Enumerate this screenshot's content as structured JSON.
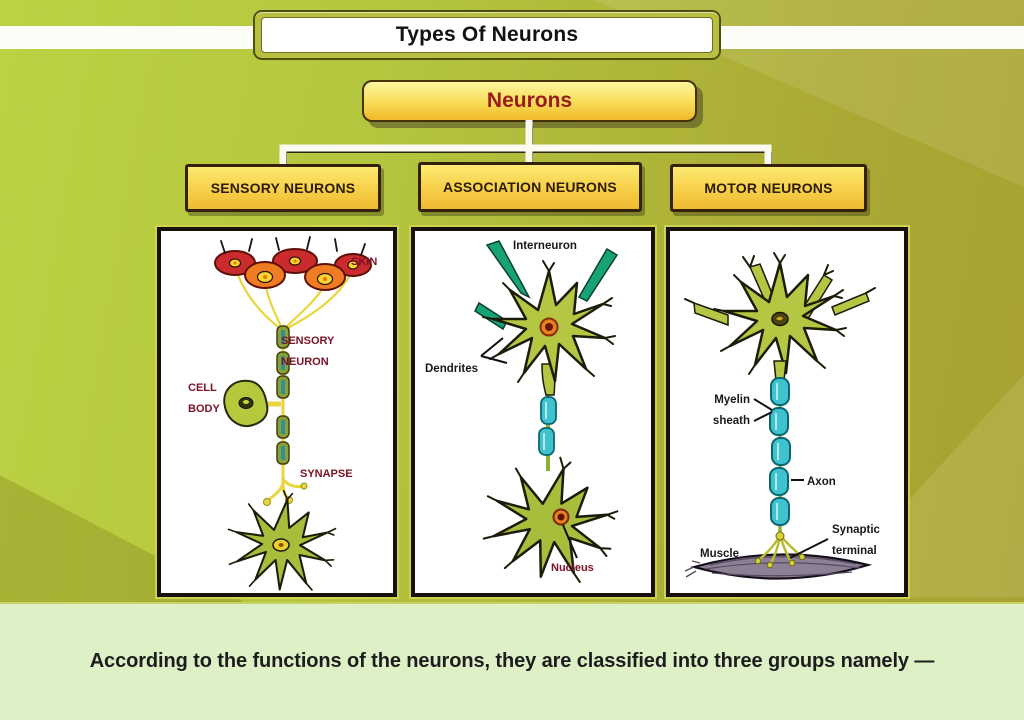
{
  "title": "Types Of Neurons",
  "root": {
    "label": "Neurons"
  },
  "branches": [
    {
      "label": "SENSORY NEURONS"
    },
    {
      "label": "ASSOCIATION NEURONS"
    },
    {
      "label": "MOTOR NEURONS"
    }
  ],
  "panels": {
    "sensory": {
      "labels": {
        "skin": "SKIN",
        "sensory": "SENSORY",
        "neuron": "NEURON",
        "cell": "CELL",
        "body": "BODY",
        "synapse": "SYNAPSE"
      }
    },
    "association": {
      "labels": {
        "interneuron": "Interneuron",
        "dendrites": "Dendrites",
        "nucleus": "Nucleus"
      }
    },
    "motor": {
      "labels": {
        "myelin": "Myelin",
        "sheath": "sheath",
        "axon": "Axon",
        "synaptic": "Synaptic",
        "terminal": "terminal",
        "muscle": "Muscle"
      }
    }
  },
  "caption": "According to the functions of the neurons, they are classified into three groups namely —",
  "colors": {
    "background_left": "#bcd244",
    "background_right": "#a7a131",
    "title_band": "#fdfdf8",
    "node_gradient_top": "#fdf7a0",
    "node_gradient_bottom": "#efb92a",
    "node_border": "#45320d",
    "node_text": "#9b1b1b",
    "branch_text": "#2d1c06",
    "panel_border": "#18100a",
    "panel_glow": "#cfd24c",
    "caption_background": "#def1c6",
    "label_maroon": "#7c1226",
    "label_black": "#191919",
    "neuron_body_green": "#b5c642",
    "myelin_teal": "#3fc2ce",
    "skin_red": "#cc2b2e",
    "skin_orange": "#ef7c22",
    "fiber_yellow": "#e9d63c",
    "muscle_purple": "#8e8094"
  }
}
